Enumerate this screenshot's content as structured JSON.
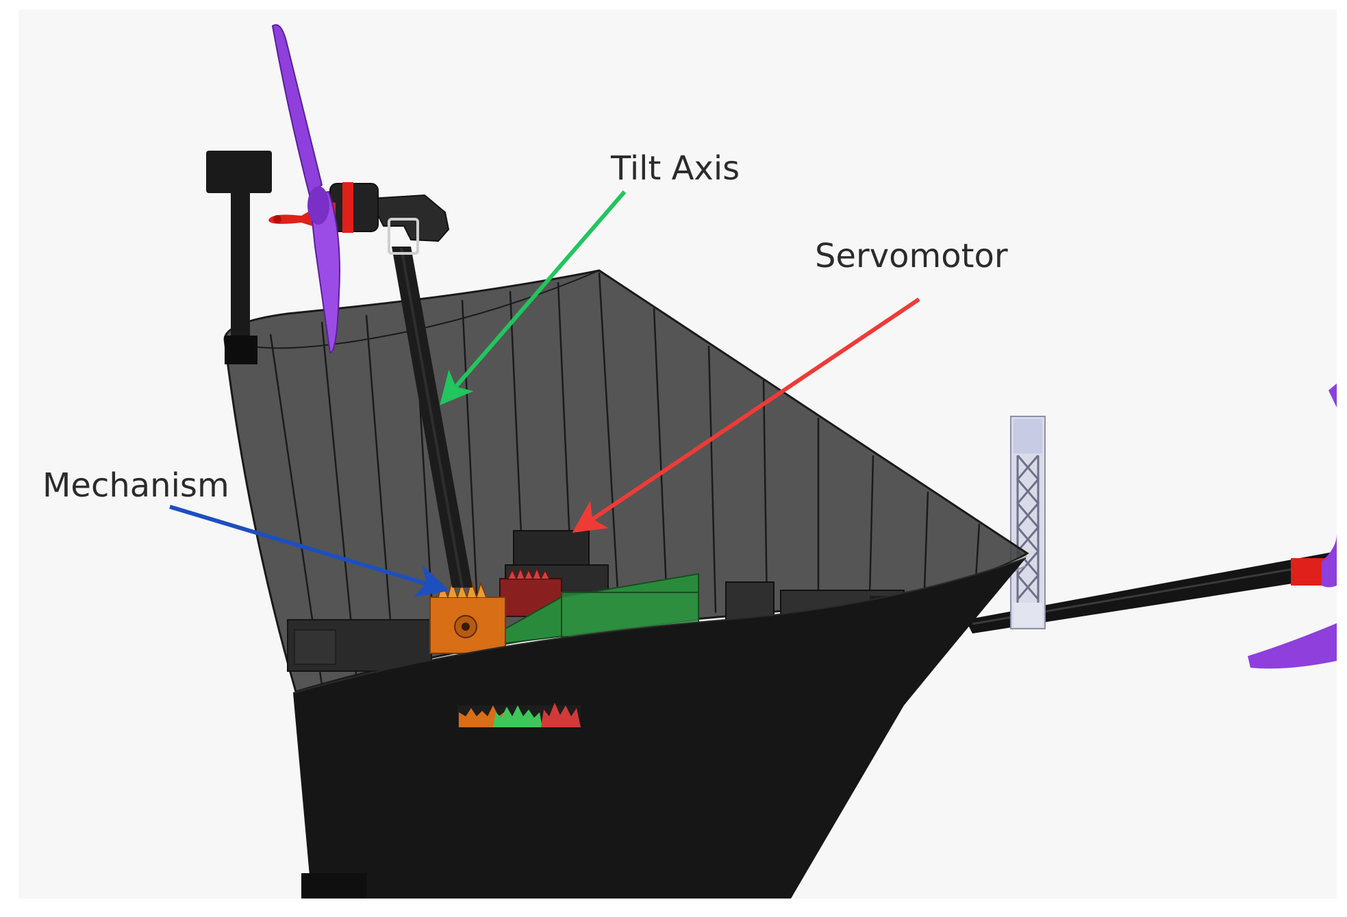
{
  "labels": {
    "tilt_axis": "Tilt Axis",
    "servomotor": "Servomotor",
    "mechanism": "Mechanism"
  },
  "colors": {
    "background": "#f7f7f7",
    "tilt_axis_arrow": "#22c55e",
    "servomotor_arrow": "#ef3b36",
    "mechanism_arrow": "#1d4fbf",
    "propeller": "#8e3fdc",
    "motor_accent": "#e0201a",
    "body": "#161616",
    "shell": "#3e3e3e",
    "mechanism_gear": "#e07a1a",
    "board": "#2a8a3c"
  },
  "icons": [
    "propeller-icon",
    "motor-icon",
    "gear-icon",
    "truss-arm-icon"
  ]
}
